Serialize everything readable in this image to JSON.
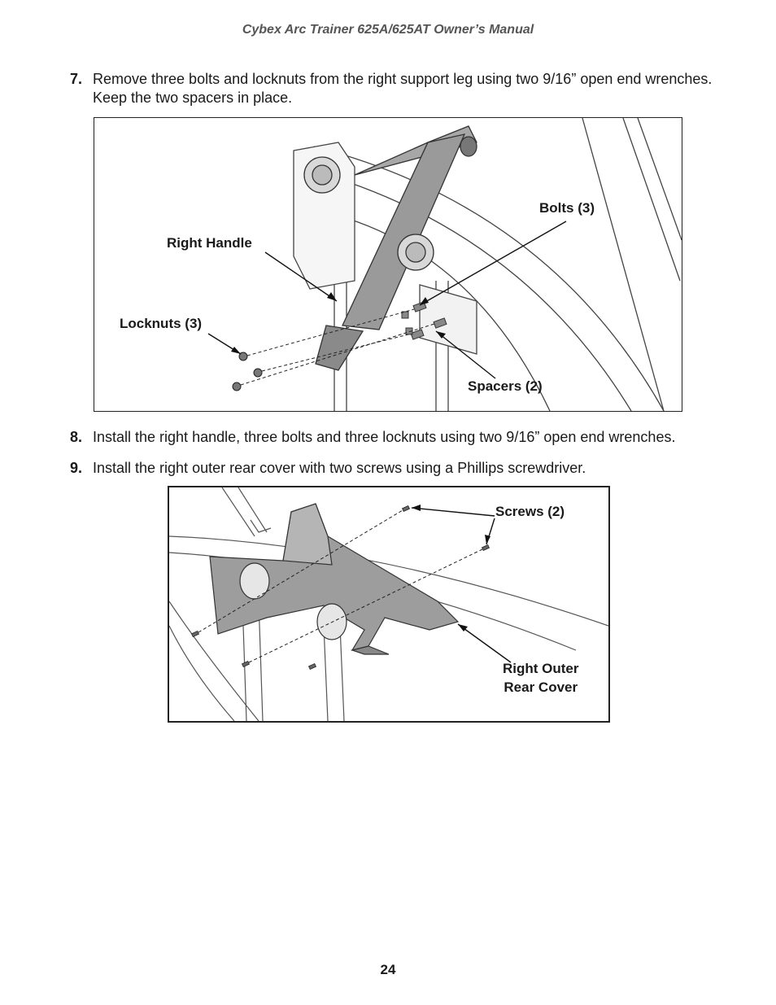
{
  "header": {
    "title": "Cybex Arc Trainer 625A/625AT Owner’s Manual"
  },
  "steps": [
    {
      "number": "7.",
      "text": "Remove three bolts and locknuts from the right support leg using two 9/16” open end wrenches. Keep the two spacers in place."
    },
    {
      "number": "8.",
      "text": "Install the right handle, three bolts and three locknuts using two 9/16” open end wrenches."
    },
    {
      "number": "9.",
      "text": "Install the right outer rear cover with two screws using a Phillips screwdriver."
    }
  ],
  "figure1": {
    "labels": {
      "bolts": "Bolts (3)",
      "right_handle": "Right Handle",
      "locknuts": "Locknuts (3)",
      "spacers": "Spacers (2)"
    }
  },
  "figure2": {
    "labels": {
      "screws": "Screws (2)",
      "cover_line1": "Right Outer",
      "cover_line2": "Rear Cover"
    }
  },
  "page_number": "24"
}
